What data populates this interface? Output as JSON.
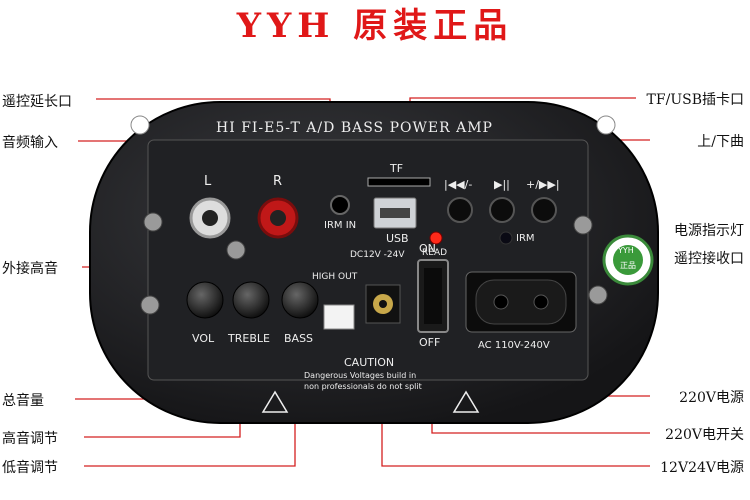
{
  "title": "YYH 原装正品",
  "left_labels": {
    "remote_extension": "遥控延长口",
    "audio_input": "音频输入",
    "tweeter_out": "外接高音",
    "master_volume": "总音量",
    "treble_adjust": "高音调节",
    "bass_adjust": "低音调节"
  },
  "right_labels": {
    "tf_usb_slot": "TF/USB插卡口",
    "prev_next": "上/下曲",
    "power_led": "电源指示灯",
    "ir_receiver": "遥控接收口",
    "ac_power": "220V电源",
    "ac_switch": "220V电开关",
    "dc_power": "12V24V电源"
  },
  "panel": {
    "model": "HI FI-E5-T A/D BASS POWER AMP",
    "rca_left": "L",
    "rca_right": "R",
    "irm_in": "IRM IN",
    "tf": "TF",
    "usb": "USB",
    "btn_prev": "|◀◀/-",
    "btn_play": "▶||",
    "btn_next": "+/▶▶|",
    "read": "READ",
    "irm": "IRM",
    "on": "ON",
    "off": "OFF",
    "high_out": "HIGH OUT",
    "dc_label": "DC12V -24V",
    "ac_label": "AC 110V-240V",
    "knob_vol": "VOL",
    "knob_treble": "TREBLE",
    "knob_bass": "BASS",
    "caution": "CAUTION",
    "caution_line1": "Dangerous Voltages build in",
    "caution_line2": "non professionals do not split",
    "sticker_top": "YYH",
    "sticker_bottom": "正品"
  },
  "colors": {
    "title": "#e01818",
    "leader": "#d42020",
    "plate": "#1b1b1d"
  }
}
